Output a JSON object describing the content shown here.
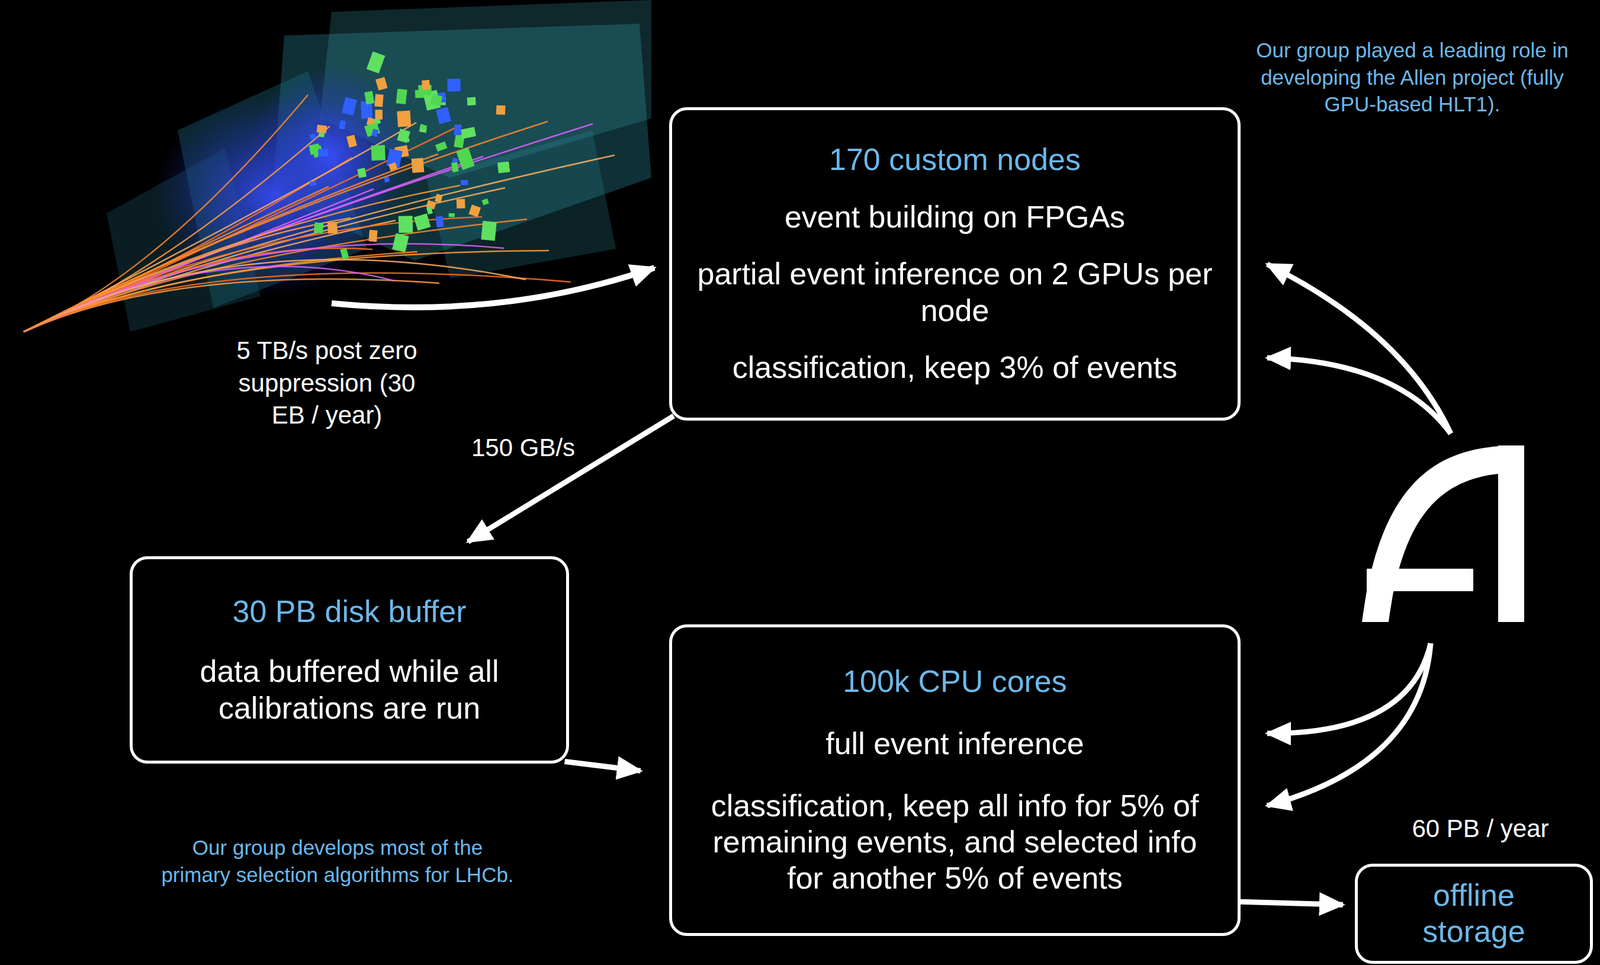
{
  "diagram": {
    "nodes": [
      {
        "text": [
          "170 custom nodes",
          "event building on FPGAs",
          "partial event inference on 2 GPUs per node",
          "classification, keep 3% of events"
        ]
      },
      {
        "text": [
          "30 PB disk buffer",
          "data buffered while all calibrations are run"
        ]
      },
      {
        "text": [
          "100k CPU cores",
          "full event inference",
          "classification, keep all info for 5% of remaining events, and selected info for another 5% of events"
        ]
      },
      {
        "text": [
          "offline storage"
        ]
      }
    ],
    "edges": [
      {
        "from": 0,
        "to": 1,
        "label": "150 GB/s",
        "arrow": "to"
      },
      {
        "from": 1,
        "to": 2,
        "arrow": "to"
      },
      {
        "from": 2,
        "to": 3,
        "arrow": "to"
      }
    ],
    "labels": [
      "5 TB/s post zero suppression (30 EB / year)",
      "Our group played a leading role in developing the Allen project (fully GPU-based HLT1).",
      "Our group develops most of the primary selection algorithms for LHCb.",
      "60 PB / year"
    ]
  }
}
